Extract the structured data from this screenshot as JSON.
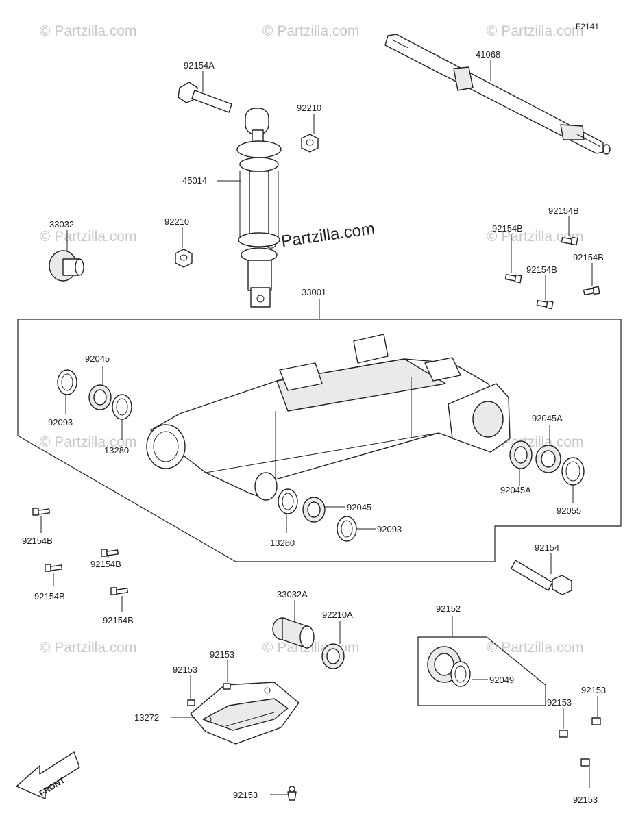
{
  "diagram_code": "F2141",
  "watermark": "© Partzilla.com",
  "watermark_main": "© Partzilla.com",
  "front_label": "FRONT",
  "parts": {
    "p41068": "41068",
    "p92154A": "92154A",
    "p92210_top": "92210",
    "p45014": "45014",
    "p33032": "33032",
    "p92210_mid": "92210",
    "p92154B_r1": "92154B",
    "p92154B_r2": "92154B",
    "p92154B_r3": "92154B",
    "p92154B_r4": "92154B",
    "p33001": "33001",
    "p92045_l": "92045",
    "p92093_l": "92093",
    "p13280_l": "13280",
    "p92045A_top": "92045A",
    "p92045A_bot": "92045A",
    "p92055": "92055",
    "p92045_b": "92045",
    "p92093_b": "92093",
    "p13280_b": "13280",
    "p92154B_l1": "92154B",
    "p92154B_l2": "92154B",
    "p92154B_l3": "92154B",
    "p92154B_l4": "92154B",
    "p92154": "92154",
    "p33032A": "33032A",
    "p92210A": "92210A",
    "p92152": "92152",
    "p92049": "92049",
    "p92153_a": "92153",
    "p92153_b": "92153",
    "p13272": "13272",
    "p92153_c": "92153",
    "p92153_r1": "92153",
    "p92153_r2": "92153",
    "p92153_r3": "92153"
  }
}
